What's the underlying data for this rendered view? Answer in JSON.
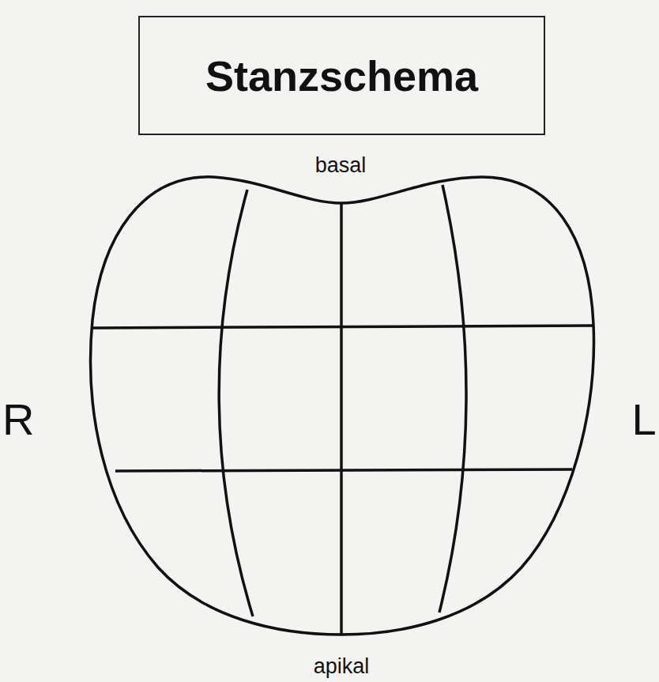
{
  "diagram": {
    "title": "Stanzschema",
    "labels": [
      "basal",
      "R",
      "L",
      "apikal"
    ]
  }
}
